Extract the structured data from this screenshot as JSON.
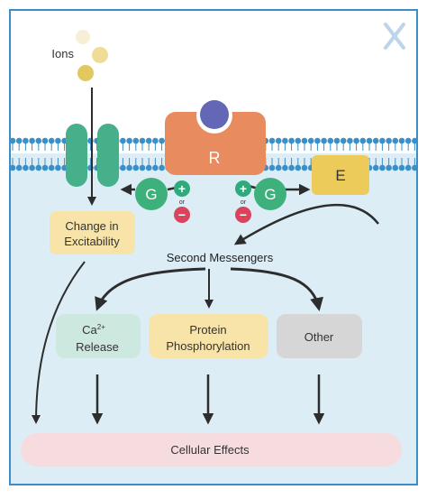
{
  "labels": {
    "ions": "Ions",
    "receptor": "R",
    "effector": "E",
    "g_protein": "G",
    "plus": "+",
    "minus": "−",
    "or": "or",
    "excitability_line1": "Change in",
    "excitability_line2": "Excitability",
    "second_messengers": "Second Messengers",
    "ca_base": "Ca",
    "ca_sup": "2+",
    "ca_line2": "Release",
    "protein_line1": "Protein",
    "protein_line2": "Phosphorylation",
    "other": "Other",
    "cellular_effects": "Cellular Effects"
  },
  "colors": {
    "cell_fill": "#dcedf6",
    "frame": "#3b8fc6",
    "extracellular": "#ffffff",
    "lipid_head": "#3a8fc9",
    "channel": "#46b08a",
    "receptor": "#e88b5e",
    "ligand": "#6466b6",
    "effector": "#edcb5a",
    "g_protein": "#3db07c",
    "plus": "#2eaa7c",
    "minus": "#d9435c",
    "excitability_box": "#f8e3a8",
    "ca_box": "#cde8df",
    "protein_box": "#f8e3a8",
    "other_box": "#d6d6d6",
    "effects_box": "#f7dcdf",
    "ion_1": "#f4efd6",
    "ion_2": "#efdd97",
    "ion_3": "#e3c75f",
    "arrow": "#2d2d2d",
    "logo": "#bcd5ea"
  },
  "icons": {
    "logo": "x-logo-icon"
  }
}
